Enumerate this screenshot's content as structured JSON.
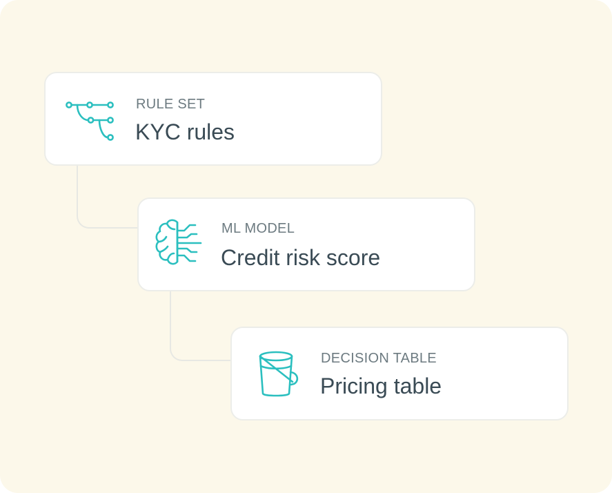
{
  "nodes": [
    {
      "kind": "RULE SET",
      "name": "KYC rules",
      "icon": "branching-rules-icon"
    },
    {
      "kind": "ML MODEL",
      "name": "Credit risk score",
      "icon": "brain-network-icon"
    },
    {
      "kind": "DECISION TABLE",
      "name": "Pricing table",
      "icon": "bucket-icon"
    }
  ],
  "colors": {
    "background": "#fcf8ea",
    "card": "#ffffff",
    "card_border": "#ecede9",
    "connector": "#e7e8e3",
    "icon_accent": "#2bbfbf",
    "kind_text": "#6c7a80",
    "name_text": "#3a4b55"
  }
}
